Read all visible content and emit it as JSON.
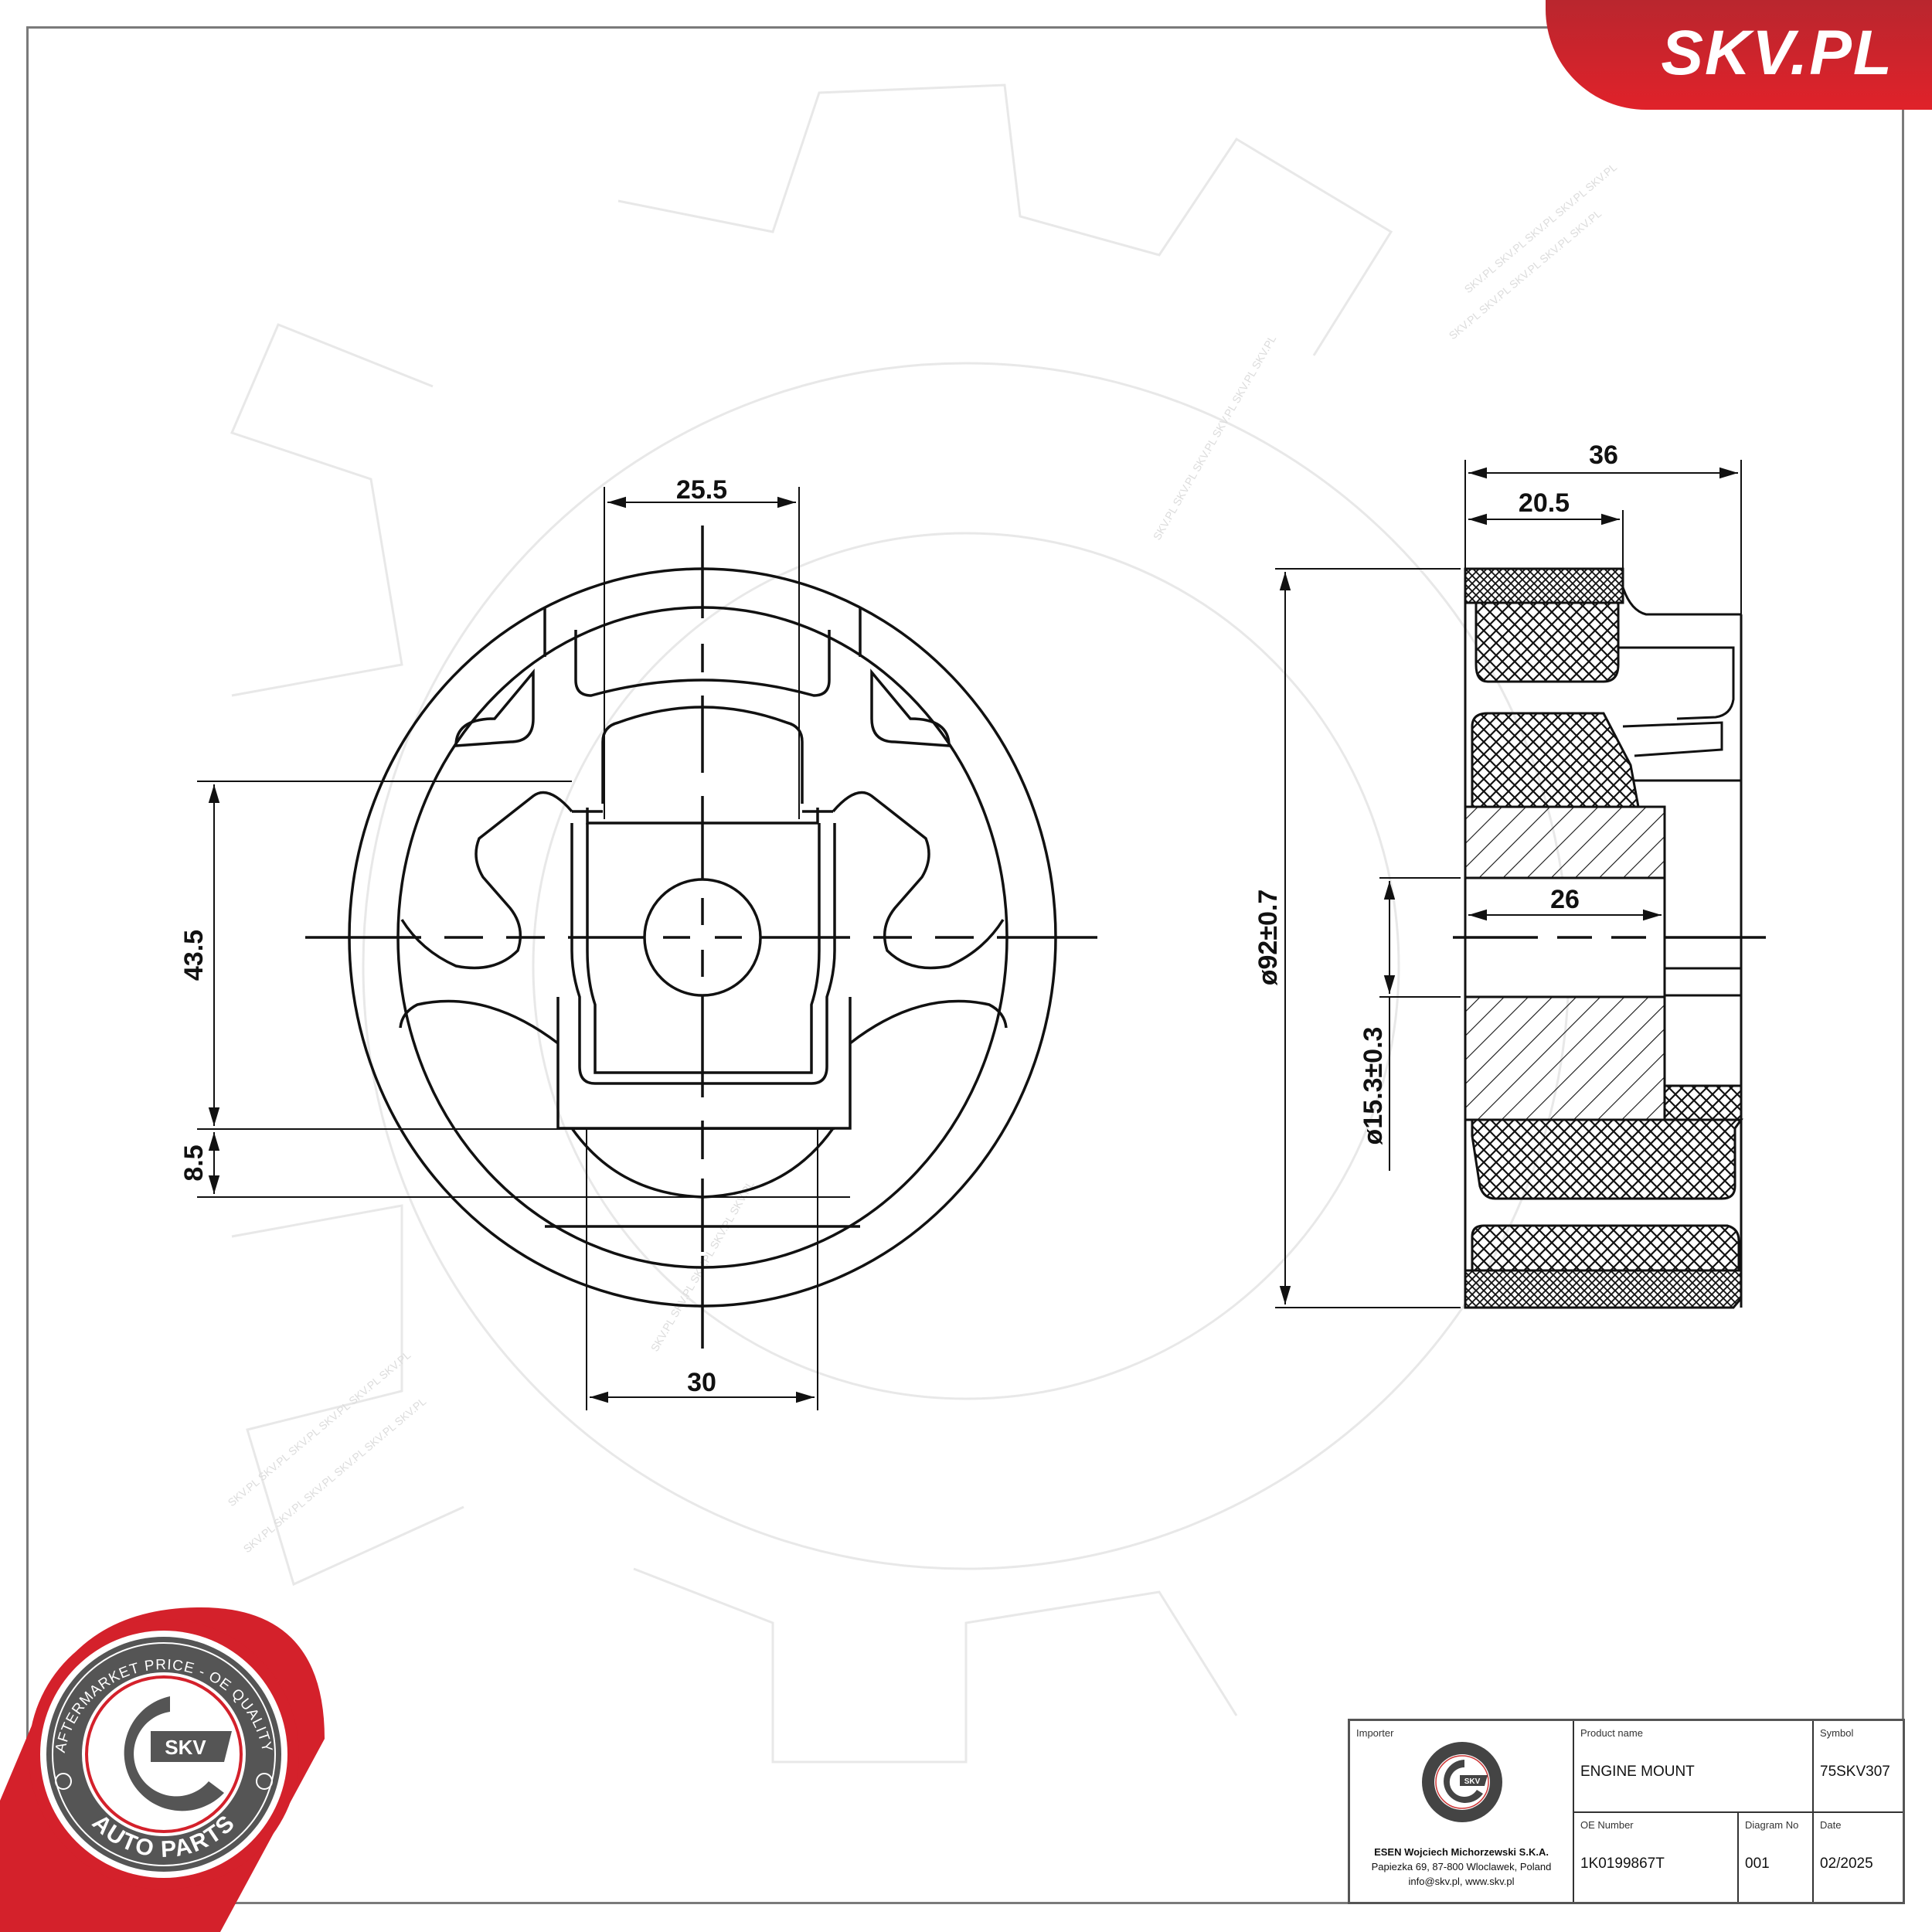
{
  "brand": {
    "banner_text": "SKV.PL",
    "accent_color": "#e0222a",
    "seal": {
      "top_text": "AFTERMARKET PRICE - OE QUALITY",
      "center_text": "SKV",
      "bottom_text": "AUTO PARTS"
    }
  },
  "drawing": {
    "front_view": {
      "dimensions": {
        "top_width": "25.5",
        "bottom_width": "30",
        "left_height": "43.5",
        "left_small": "8.5"
      }
    },
    "side_view": {
      "dimensions": {
        "overall_width": "36",
        "partial_width": "20.5",
        "bushing_length": "26",
        "outer_diameter": "ø92±0.7",
        "bore_diameter": "ø15.3±0.3"
      }
    },
    "watermark_text": "SKV.PL"
  },
  "title_block": {
    "importer": {
      "label": "Importer",
      "company": "ESEN Wojciech Michorzewski S.K.A.",
      "address": "Papiezka 69, 87-800 Wloclawek, Poland",
      "contact": "info@skv.pl, www.skv.pl"
    },
    "product_name": {
      "label": "Product name",
      "value": "ENGINE MOUNT"
    },
    "symbol": {
      "label": "Symbol",
      "value": "75SKV307"
    },
    "oe_number": {
      "label": "OE Number",
      "value": "1K0199867T"
    },
    "diagram_no": {
      "label": "Diagram No",
      "value": "001"
    },
    "date": {
      "label": "Date",
      "value": "02/2025"
    }
  }
}
